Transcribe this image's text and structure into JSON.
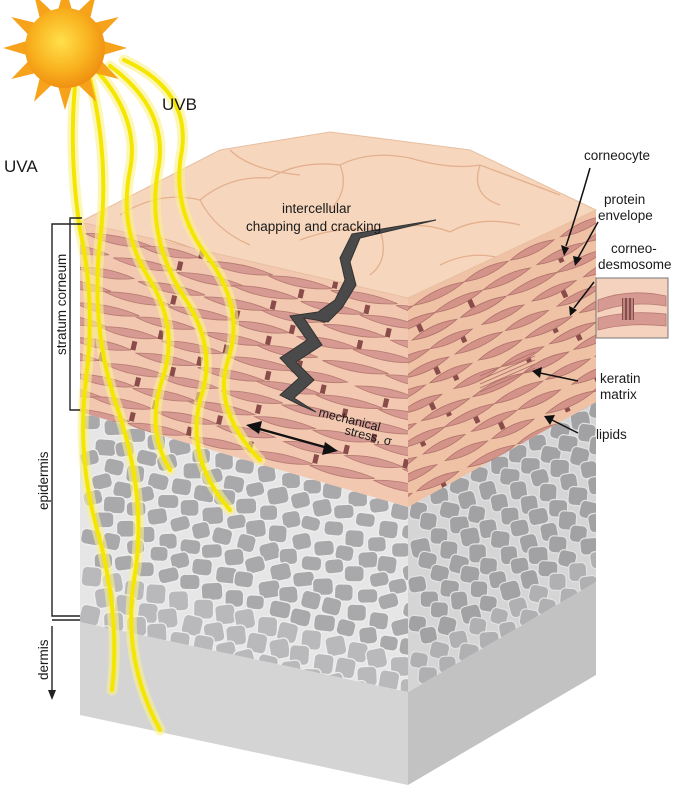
{
  "labels": {
    "uva": "UVA",
    "uvb": "UVB",
    "crack_line1": "intercellular",
    "crack_line2": "chapping and cracking",
    "corneocyte": "corneocyte",
    "protein_line1": "protein",
    "protein_line2": "envelope",
    "desmo_line1": "corneo-",
    "desmo_line2": "desmosome",
    "keratin_line1": "keratin",
    "keratin_line2": "matrix",
    "lipids": "lipids",
    "stress_line1": "mechanical",
    "stress_line2": "stress, σ",
    "stratum_corneum": "stratum corneum",
    "epidermis": "epidermis",
    "dermis": "dermis"
  },
  "colors": {
    "sun": "#f7a21b",
    "uv_glow": "#f5e600",
    "skin_surface": "#f6d6bd",
    "corneocyte_fill": "#d79a92",
    "lipid_fill": "#f2c9b0",
    "desmosome": "#8a4b4b",
    "crack": "#444444",
    "epidermis_cells": "#a9a9ab",
    "dermis": "#d8d8d8"
  }
}
